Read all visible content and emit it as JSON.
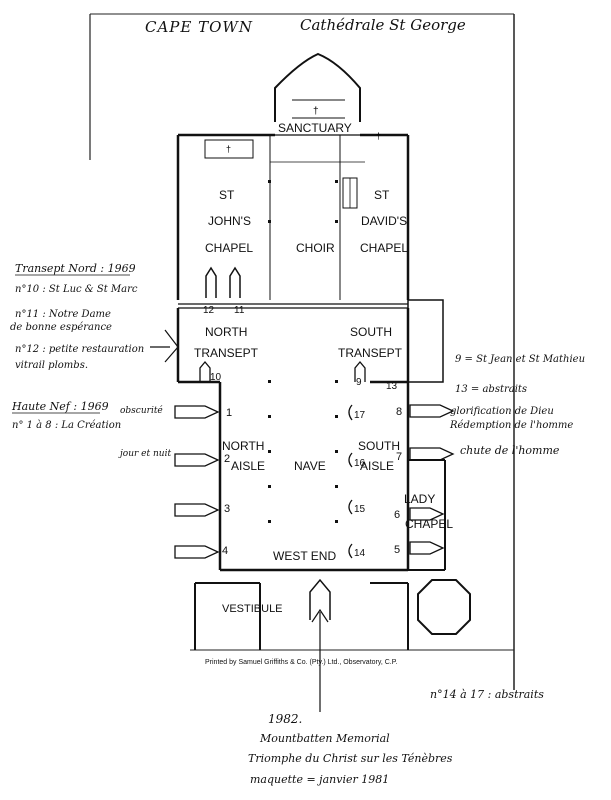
{
  "header": {
    "city": "CAPE TOWN",
    "cathedral": "Cathédrale St George"
  },
  "rooms": {
    "sanctuary": "SANCTUARY",
    "st_johns": [
      "ST",
      "JOHN'S",
      "CHAPEL"
    ],
    "choir": "CHOIR",
    "st_davids": [
      "ST",
      "DAVID'S",
      "CHAPEL"
    ],
    "north_transept": [
      "NORTH",
      "TRANSEPT"
    ],
    "south_transept": [
      "SOUTH",
      "TRANSEPT"
    ],
    "north_aisle": [
      "NORTH",
      "AISLE"
    ],
    "nave": "NAVE",
    "south_aisle": [
      "SOUTH",
      "AISLE"
    ],
    "lady_chapel": [
      "LADY",
      "CHAPEL"
    ],
    "west_end": "WEST END",
    "vestibule": "VESTIBULE"
  },
  "window_numbers": [
    "1",
    "2",
    "3",
    "4",
    "5",
    "6",
    "7",
    "8",
    "9",
    "10",
    "11",
    "12",
    "13",
    "14",
    "15",
    "16",
    "17"
  ],
  "printer_credit": "Printed by Samuel Griffiths & Co. (Pty.) Ltd., Observatory, C.P.",
  "notes_left": {
    "transept_title": "Transept Nord : 1969",
    "transept_lines": [
      "n°10 : St Luc & St Marc",
      "n°11 : Notre Dame",
      "de bonne espérance",
      "n°12 : petite restauration",
      "vitrail plombs."
    ],
    "nef_title": "Haute Nef : 1969",
    "nef_line": "n° 1 à 8 : La Création",
    "obscurite": "obscurité",
    "jour_nuit": "jour et nuit"
  },
  "notes_right": {
    "line9": "9 = St Jean et St Mathieu",
    "line13": "13 = abstraits",
    "glorification": "glorification de Dieu",
    "redemption": "Rédemption de l'homme",
    "chute": "chute de l'homme",
    "n14_17": "n°14 à 17 : abstraits"
  },
  "notes_bottom": {
    "year": "1982.",
    "memorial": "Mountbatten Memorial",
    "triomphe": "Triomphe du Christ sur les Ténèbres",
    "maquette": "maquette = janvier 1981"
  }
}
